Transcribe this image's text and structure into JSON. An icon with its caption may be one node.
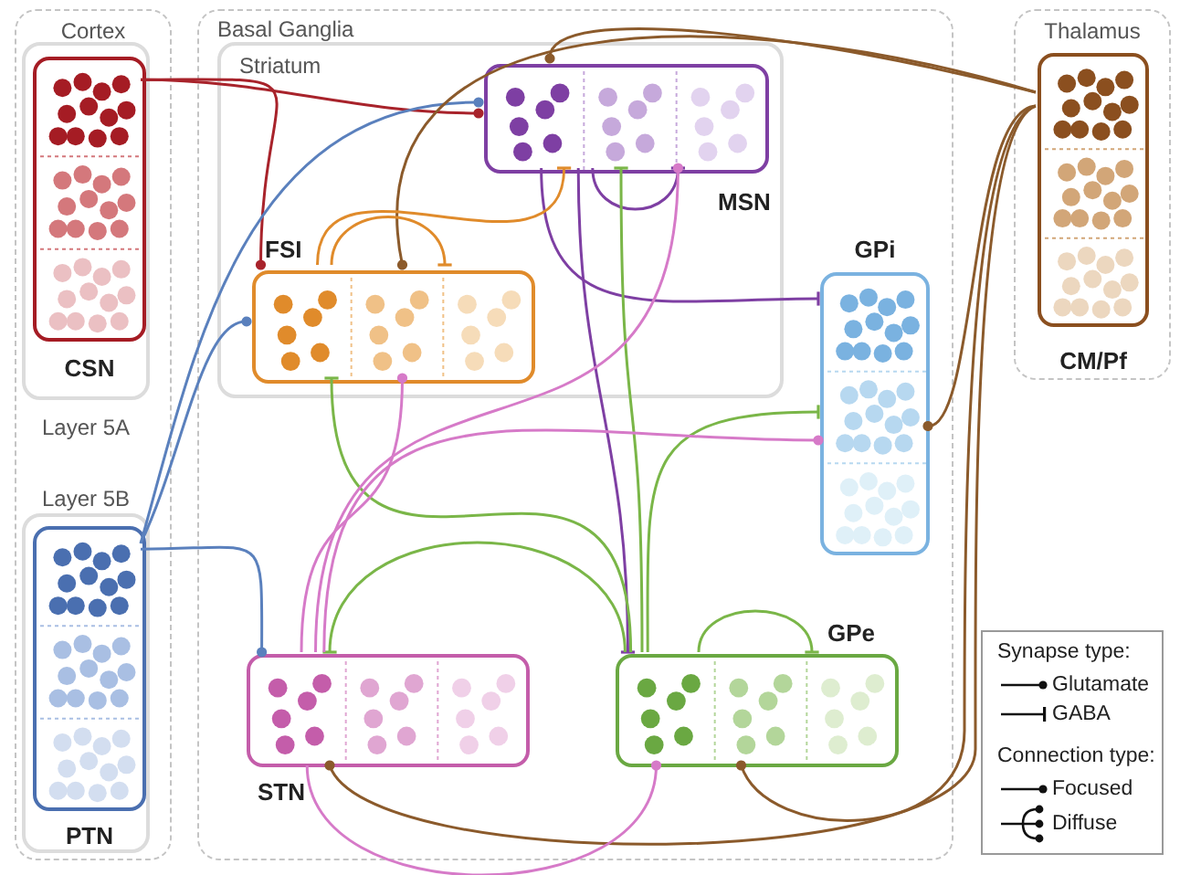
{
  "diagram": {
    "nodes": [
      {
        "text": [
          "Cortex"
        ]
      },
      {
        "text": [
          "Layer 5A"
        ],
        "in": 0
      },
      {
        "text": [
          "CSN"
        ],
        "in": 1
      },
      {
        "text": [
          "Layer 5B"
        ],
        "in": 0
      },
      {
        "text": [
          "PTN"
        ],
        "in": 3
      },
      {
        "text": [
          "Basal Ganglia"
        ]
      },
      {
        "text": [
          "Striatum"
        ],
        "in": 5
      },
      {
        "text": [
          "MSN"
        ],
        "in": 6
      },
      {
        "text": [
          "FSI"
        ],
        "in": 6
      },
      {
        "text": [
          "GPi"
        ],
        "in": 5
      },
      {
        "text": [
          "GPe"
        ],
        "in": 5
      },
      {
        "text": [
          "STN"
        ],
        "in": 5
      },
      {
        "text": [
          "Thalamus"
        ]
      },
      {
        "text": [
          "CM/Pf"
        ],
        "in": 12
      }
    ],
    "edges": [
      {
        "from": 2,
        "to": 7,
        "arrow": "other",
        "color": "#a8232b"
      },
      {
        "from": 2,
        "to": 8,
        "arrow": "other",
        "color": "#a8232b"
      },
      {
        "from": 4,
        "to": 7,
        "arrow": "other",
        "color": "#5a80bd"
      },
      {
        "from": 4,
        "to": 8,
        "arrow": "other",
        "color": "#5a80bd"
      },
      {
        "from": 4,
        "to": 11,
        "arrow": "other",
        "color": "#5a80bd"
      },
      {
        "from": 13,
        "to": 7,
        "arrow": "other",
        "color": "#8b5a2b"
      },
      {
        "from": 13,
        "to": 8,
        "arrow": "other",
        "color": "#8b5a2b"
      },
      {
        "from": 13,
        "to": 9,
        "arrow": "other",
        "color": "#8b5a2b"
      },
      {
        "from": 13,
        "to": 10,
        "arrow": "other",
        "color": "#8b5a2b"
      },
      {
        "from": 13,
        "to": 11,
        "arrow": "other",
        "color": "#8b5a2b"
      },
      {
        "from": 7,
        "to": 7,
        "arrow": "other",
        "color": "#7e3fa3"
      },
      {
        "from": 7,
        "to": 9,
        "arrow": "other",
        "color": "#7e3fa3"
      },
      {
        "from": 7,
        "to": 10,
        "arrow": "other",
        "color": "#7e3fa3"
      },
      {
        "from": 8,
        "to": 8,
        "arrow": "other",
        "color": "#e08b2b"
      },
      {
        "from": 8,
        "to": 7,
        "arrow": "other",
        "color": "#e08b2b"
      },
      {
        "from": 10,
        "to": 7,
        "arrow": "other",
        "color": "#7ab648"
      },
      {
        "from": 10,
        "to": 8,
        "arrow": "other",
        "color": "#7ab648"
      },
      {
        "from": 10,
        "to": 9,
        "arrow": "other",
        "color": "#7ab648"
      },
      {
        "from": 10,
        "to": 10,
        "arrow": "other",
        "color": "#7ab648"
      },
      {
        "from": 10,
        "to": 11,
        "arrow": "other",
        "color": "#7ab648"
      },
      {
        "from": 11,
        "to": 7,
        "arrow": "other",
        "color": "#d67ac8"
      },
      {
        "from": 11,
        "to": 8,
        "arrow": "other",
        "color": "#d67ac8"
      },
      {
        "from": 11,
        "to": 9,
        "arrow": "other",
        "color": "#d67ac8"
      },
      {
        "from": 11,
        "to": 10,
        "arrow": "other",
        "color": "#d67ac8"
      }
    ],
    "labels": [
      "Synapse type:",
      "Connection type:"
    ],
    "legend": [
      {
        "text": "Glutamate"
      },
      {
        "text": "GABA"
      },
      {
        "text": "Focused"
      },
      {
        "text": "Diffuse"
      }
    ]
  }
}
